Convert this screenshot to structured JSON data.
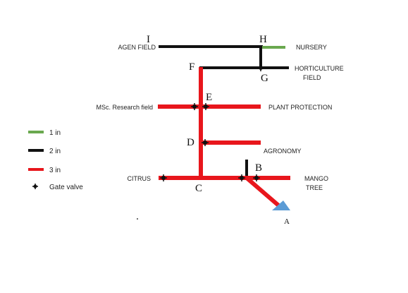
{
  "colors": {
    "pipe_1in": "#6aa84f",
    "pipe_2in": "#111111",
    "pipe_3in": "#e8161c",
    "valve": "#111111",
    "source": "#5b9bd5"
  },
  "nodes": {
    "A": "A",
    "B": "B",
    "C": "C",
    "D": "D",
    "E": "E",
    "F": "F",
    "G": "G",
    "H": "H",
    "I": "I"
  },
  "labels": {
    "agen_field": "AGEN FIELD",
    "nursery": "NURSERY",
    "horticulture_1": "HORTICULTURE",
    "horticulture_2": "FIELD",
    "msc_field": "MSc. Research field",
    "plant_protection": "PLANT PROTECTION",
    "agronomy": "AGRONOMY",
    "citrus": "CITRUS",
    "mango_1": "MANGO",
    "mango_2": "TREE"
  },
  "legend": [
    {
      "label": "1 in",
      "color": "#6aa84f",
      "icon": "line"
    },
    {
      "label": "2 in",
      "color": "#111111",
      "icon": "line"
    },
    {
      "label": "3 in",
      "color": "#e8161c",
      "icon": "line"
    },
    {
      "label": "Gate valve",
      "color": "#111111",
      "icon": "valve-icon"
    }
  ]
}
